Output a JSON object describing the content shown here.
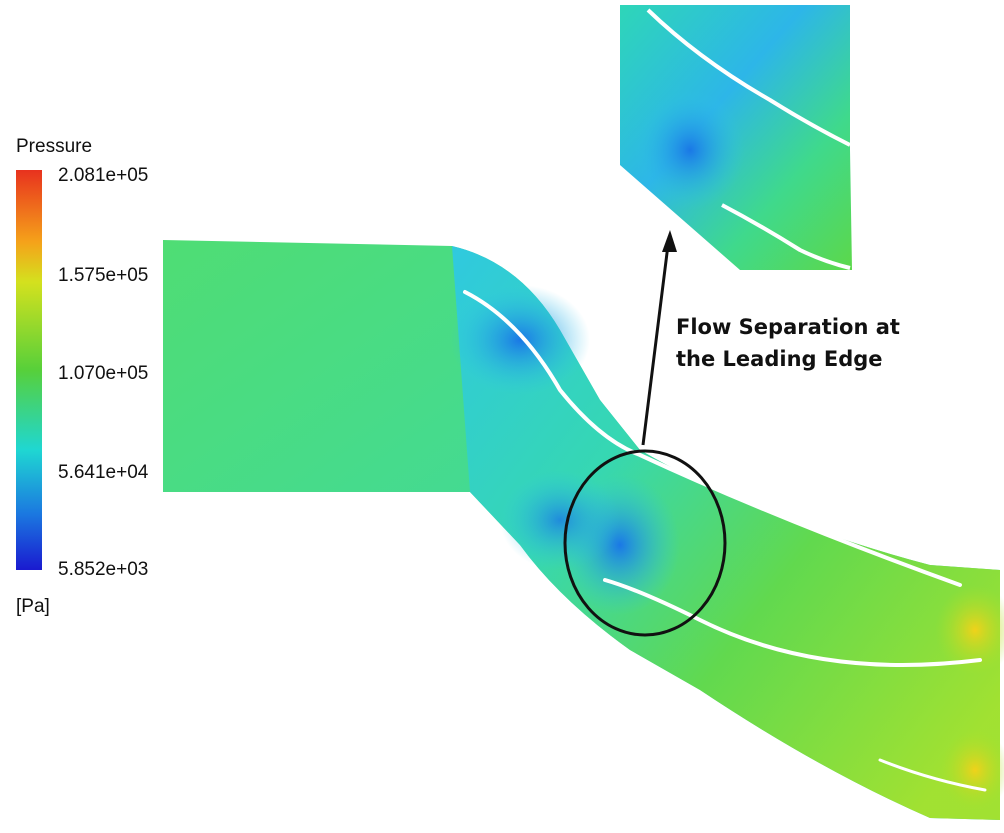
{
  "legend": {
    "title": "Pressure",
    "labels": [
      "2.081e+05",
      "1.575e+05",
      "1.070e+05",
      "5.641e+04",
      "5.852e+03"
    ],
    "unit": "[Pa]",
    "colors": [
      "#e8321e",
      "#f5a21a",
      "#d4e11e",
      "#57d03a",
      "#1fd7d2",
      "#1b78e0",
      "#1a1ad0"
    ]
  },
  "annotation": {
    "line1": "Flow Separation at",
    "line2": "the Leading Edge"
  }
}
